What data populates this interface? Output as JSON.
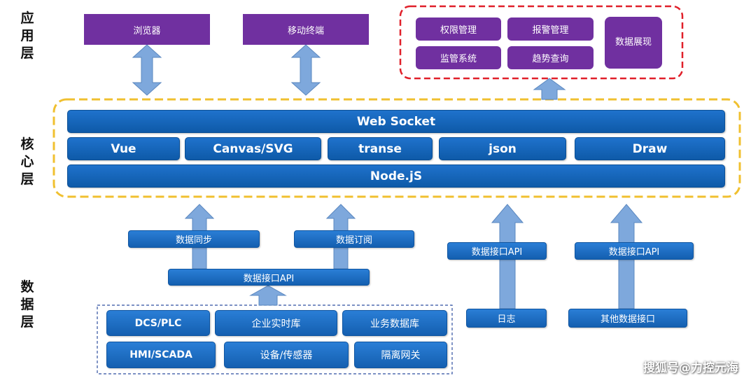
{
  "layers": {
    "application": "应用层",
    "core": "核心层",
    "data": "数据层"
  },
  "app_layer": {
    "browser": "浏览器",
    "mobile": "移动终端",
    "permission": "权限管理",
    "alarm": "报警管理",
    "monitor": "监管系统",
    "trend": "趋势查询",
    "display": "数据展现"
  },
  "core_layer": {
    "websocket": "Web Socket",
    "vue": "Vue",
    "canvas": "Canvas/SVG",
    "transe": "transe",
    "json": "json",
    "draw": "Draw",
    "node": "Node.jS"
  },
  "data_layer": {
    "sync": "数据同步",
    "subscribe": "数据订阅",
    "api_main": "数据接口API",
    "api_log": "数据接口API",
    "api_other": "数据接口API",
    "dcs": "DCS/PLC",
    "realtime_db": "企业实时库",
    "business_db": "业务数据库",
    "hmi": "HMI/SCADA",
    "device": "设备/传感器",
    "gateway": "隔离网关",
    "log": "日志",
    "other_api": "其他数据接口"
  },
  "watermark": "搜狐号@力控元海",
  "colors": {
    "purple": "#7030a0",
    "blue": "#1565c0",
    "arrow_fill": "#7ea8dc",
    "red_dash": "#e0202a",
    "yellow_dash": "#f0c030",
    "navy_dash": "#2f4fa0"
  }
}
